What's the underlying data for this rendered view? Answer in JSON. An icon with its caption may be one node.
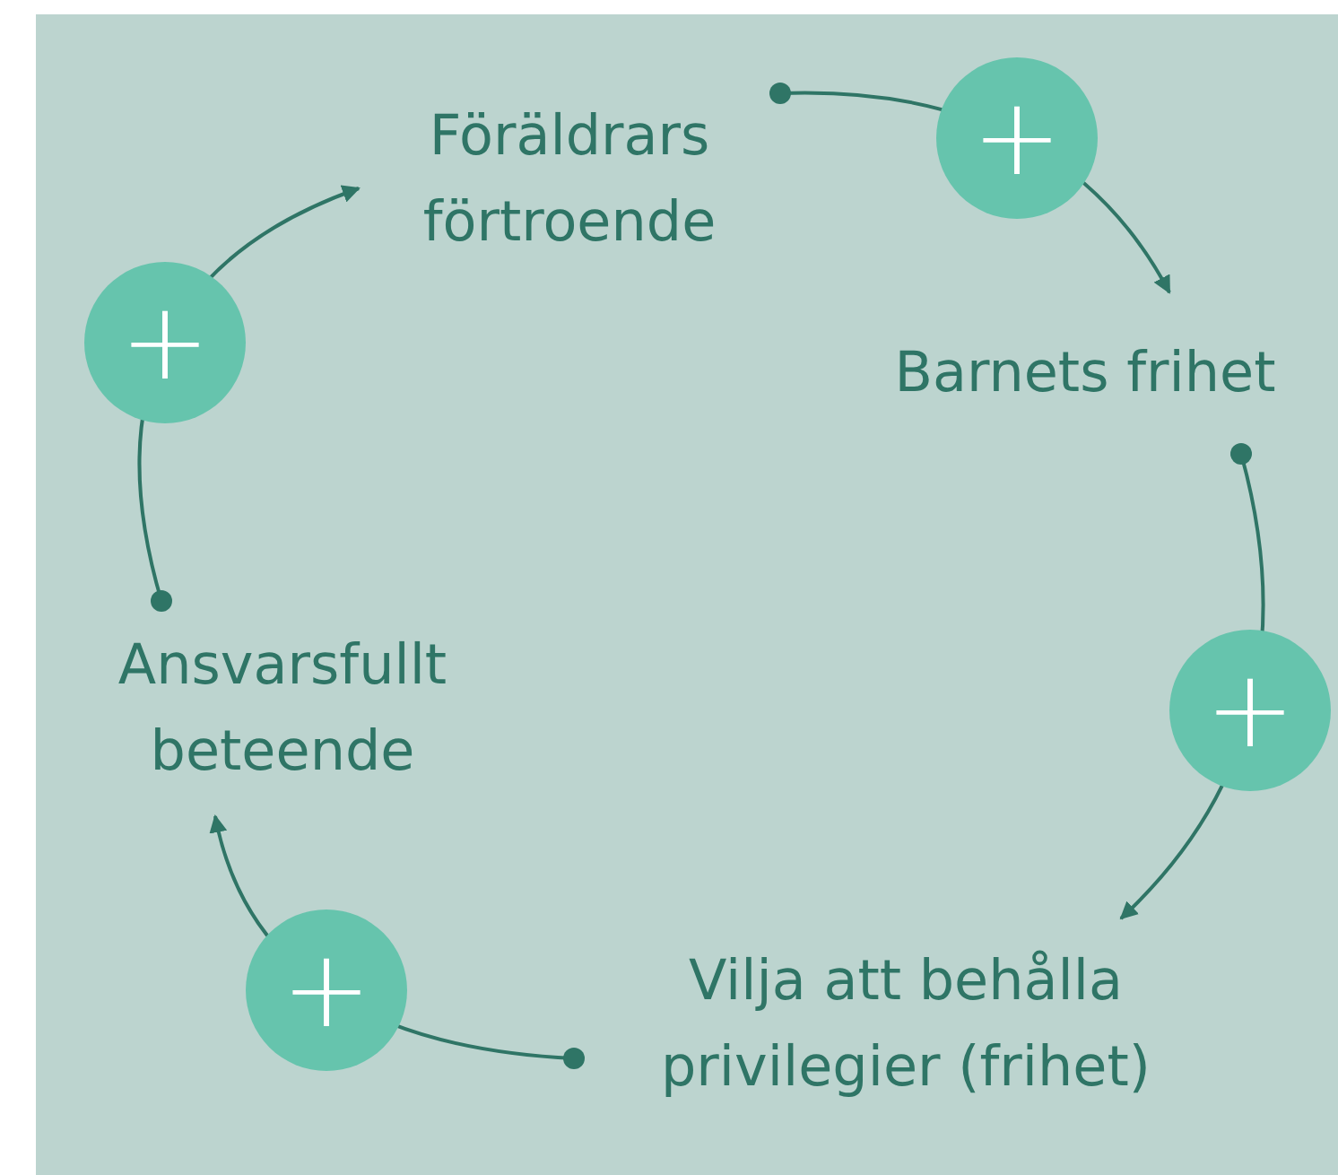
{
  "diagram": {
    "nodes": [
      {
        "text": [
          "Föräldrars förtroende"
        ]
      },
      {
        "text": [
          "Barnets frihet"
        ]
      },
      {
        "text": [
          "Vilja att behålla privilegier (frihet)"
        ]
      },
      {
        "text": [
          "Ansvarsfullt beteende"
        ]
      }
    ],
    "edges": [
      {
        "from": 0,
        "to": 1,
        "arrow": "to",
        "label": "+"
      },
      {
        "from": 1,
        "to": 2,
        "arrow": "to",
        "label": "+"
      },
      {
        "from": 2,
        "to": 3,
        "arrow": "to",
        "label": "+"
      },
      {
        "from": 3,
        "to": 0,
        "arrow": "to",
        "label": "+"
      }
    ]
  }
}
